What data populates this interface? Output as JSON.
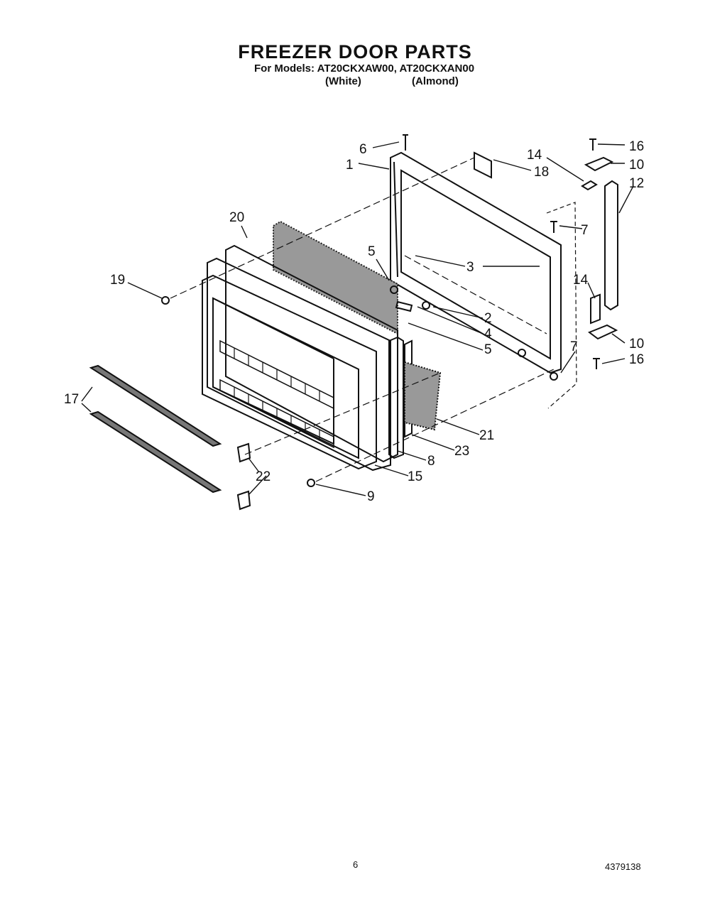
{
  "header": {
    "title": "FREEZER DOOR PARTS",
    "models_line": "For Models: AT20CKXAW00, AT20CKXAN00",
    "variant_white": "(White)",
    "variant_almond": "(Almond)"
  },
  "callouts": [
    "6",
    "1",
    "18",
    "16",
    "14",
    "10",
    "12",
    "7",
    "20",
    "5",
    "3",
    "19",
    "14",
    "2",
    "4",
    "10",
    "7",
    "5",
    "16",
    "17",
    "21",
    "23",
    "8",
    "22",
    "15",
    "9"
  ],
  "footer": {
    "page_number": "6",
    "document_number": "4379138"
  }
}
